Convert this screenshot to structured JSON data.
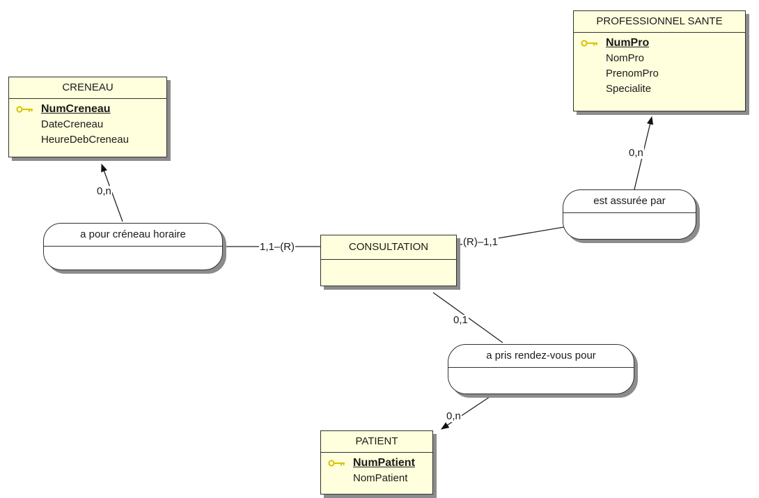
{
  "entities": {
    "creneau": {
      "title": "CRENEAU",
      "key": "NumCreneau",
      "attributes": [
        "DateCreneau",
        "HeureDebCreneau"
      ]
    },
    "professionnel": {
      "title": "PROFESSIONNEL SANTE",
      "key": "NumPro",
      "attributes": [
        "NomPro",
        "PrenomPro",
        "Specialite"
      ]
    },
    "consultation": {
      "title": "CONSULTATION"
    },
    "patient": {
      "title": "PATIENT",
      "key": "NumPatient",
      "attributes": [
        "NomPatient"
      ]
    }
  },
  "associations": {
    "creneau_horaire": {
      "label": "a pour créneau horaire"
    },
    "assuree_par": {
      "label": "est assurée par"
    },
    "rendez_vous": {
      "label": "a pris rendez-vous pour"
    }
  },
  "cardinalities": {
    "creneau_side": "0,n",
    "consult_creneau": "1,1–(R)",
    "consult_pro": "(R)–1,1",
    "pro_side": "0,n",
    "consult_rdv": "0,1",
    "patient_side": "0,n"
  },
  "colors": {
    "entity_fill": "#ffffdd",
    "association_fill": "#ffffff",
    "border": "#303030",
    "shadow": "#8c8c8c",
    "key_icon": "#d8c200"
  }
}
